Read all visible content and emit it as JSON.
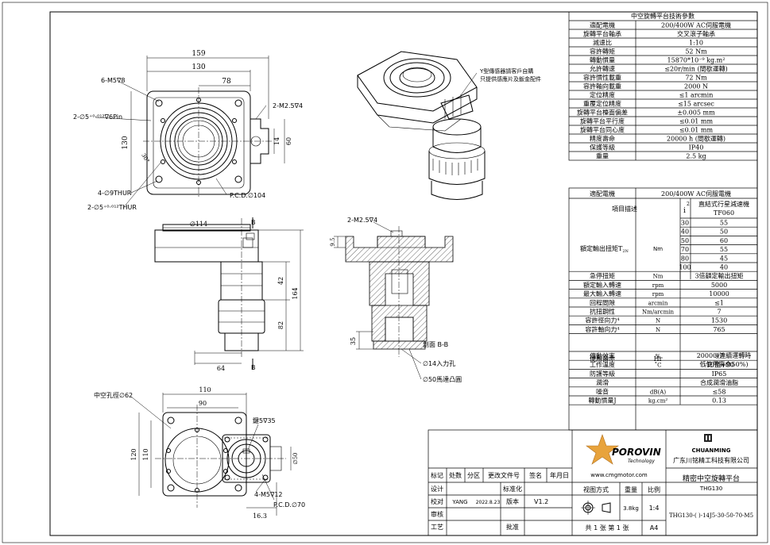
{
  "spec_table_top": {
    "title": "中空旋轉平台技術參數",
    "rows": [
      [
        "適配電機",
        "200/400W AC伺服電機"
      ],
      [
        "旋轉平台軸承",
        "交叉滾子軸承"
      ],
      [
        "減速比",
        "1:10"
      ],
      [
        "容許轉矩",
        "52 Nm"
      ],
      [
        "轉動慣量",
        "15870*10⁻⁹ kg.m²"
      ],
      [
        "允許轉速",
        "≤20r/min (間歇運轉)"
      ],
      [
        "容許慣性載重",
        "72 Nm"
      ],
      [
        "容許軸向載重",
        "2000 N"
      ],
      [
        "定位精度",
        "≤1 arcmin"
      ],
      [
        "重覆定位精度",
        "≤15 arcsec"
      ],
      [
        "旋轉平台檯面偏差",
        "±0.005 mm"
      ],
      [
        "旋轉平台平行度",
        "≤0.01 mm"
      ],
      [
        "旋轉平台同心度",
        "≤0.01 mm"
      ],
      [
        "精度壽命",
        "20000 h (間歇運轉)"
      ],
      [
        "保護等級",
        "IP40"
      ],
      [
        "重量",
        "2.5 kg"
      ]
    ]
  },
  "spec_table_bottom": {
    "motor_label": "適配電機",
    "motor_value": "200/400W AC伺服電機",
    "item_label": "項目描述",
    "stage_symbol": "i",
    "stage_sup": "2",
    "reducer_name": "直結式行星減速機",
    "reducer_model": "TF060",
    "torque_label": "額定輸出扭矩T",
    "torque_sub": "2N",
    "torque_unit": "Nm",
    "torque_rows": [
      [
        "30",
        "55"
      ],
      [
        "40",
        "50"
      ],
      [
        "50",
        "60"
      ],
      [
        "70",
        "55"
      ],
      [
        "80",
        "45"
      ],
      [
        "100",
        "40"
      ]
    ],
    "rows": [
      [
        "急停扭矩",
        "Nm",
        "3倍額定輸出扭矩"
      ],
      [
        "額定輸入轉速",
        "rpm",
        "5000"
      ],
      [
        "最大輸入轉速",
        "rpm",
        "10000"
      ],
      [
        "回程間隙",
        "arcmin",
        "≤1"
      ],
      [
        "抗扭鋼性",
        "Nm/arcmin",
        "7"
      ],
      [
        "容許徑向力⁴",
        "N",
        "1530"
      ],
      [
        "容許軸向力⁴",
        "N",
        "765"
      ]
    ],
    "life_label": "使用壽命",
    "life_unit": "Hr",
    "life_value_1": "20000(連續運轉時",
    "life_value_2": "低使用壽命50%)",
    "rows2": [
      [
        "傳動效率",
        "%",
        "97"
      ],
      [
        "工作溫度",
        "˚C",
        "-10至+90"
      ],
      [
        "防護等級",
        "",
        "IP65"
      ],
      [
        "潤滑",
        "",
        "合成潤滑油脂"
      ],
      [
        "噪音",
        "dB(A)",
        "≤58"
      ],
      [
        "轉動慣量J",
        "kg.cm²",
        "0.13"
      ]
    ]
  },
  "title_block": {
    "headers": [
      "标记",
      "处数",
      "分区",
      "更改文件号",
      "签名",
      "年月日"
    ],
    "design": "设计",
    "standard": "标准化",
    "check": "校对",
    "checker": "YANG",
    "date": "2022.8.23",
    "version_label": "版本",
    "version": "V1.2",
    "review": "审核",
    "process": "工艺",
    "approve": "批准",
    "view_label": "视图方式",
    "weight_label": "重量",
    "ratio_label": "比例",
    "weight": "3.8kg",
    "scale": "1:4",
    "paper": "A4",
    "sheets": "共 1 张 第 1 张",
    "logo_text": "POROVIN",
    "logo_sub": "Technology",
    "website": "www.cmgmotor.com",
    "brand2": "CHUANMING",
    "company": "广东川铭精工科技有限公司",
    "product_name": "精密中空旋轉平台",
    "product_model": "THG130",
    "part_no": "THG130-(  )-14J5-30-50-70-M5"
  },
  "annotations": {
    "d159": "159",
    "d130": "130",
    "d78": "78",
    "d130v": "130",
    "d14": "14",
    "d60": "60",
    "m5": "6-M5∇8",
    "pin": "2-∅5⁺⁰·⁰¹²∇6Pin",
    "m25": "2-M2.5∇4",
    "thur9": "4-∅9THUR",
    "thur5": "2-∅5⁺⁰·⁰¹²THUR",
    "pcd104": "P.C.D.∅104",
    "ang30": "30°",
    "sensor1": "Y型傳感器請客戶自購",
    "sensor2": "只提供感應片及鈑金配件",
    "d114": "∅114",
    "b": "B",
    "d42": "42",
    "d164": "164",
    "d82": "82",
    "d64": "64",
    "m25b": "2-M2.5∇4",
    "d95": "9.5",
    "d35": "35",
    "sect": "剖面 B-B",
    "in14": "∅14入力孔",
    "boss50": "∅50馬達凸圓",
    "hollow": "中空孔徑∅62",
    "d110": "110",
    "d90": "90",
    "d120": "120",
    "d110v": "110",
    "key": "鍵5∇35",
    "m5b": "4-M5∇12",
    "pcd70": "P.C.D.∅70",
    "d163": "16.3",
    "d50": "∅50"
  }
}
